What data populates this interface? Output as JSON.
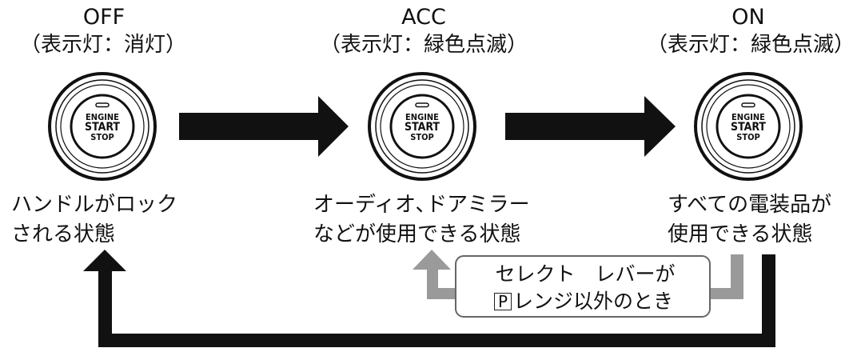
{
  "states": [
    {
      "name": "OFF",
      "indicator": "（表示灯：消灯）",
      "description": [
        "ハンドルがロック",
        "される状態"
      ]
    },
    {
      "name": "ACC",
      "indicator": "（表示灯：緑色点滅）",
      "description": [
        "オーディオ､ドアミラー",
        "などが使用できる状態"
      ]
    },
    {
      "name": "ON",
      "indicator": "（表示灯：緑色点滅）",
      "description": [
        "すべての電装品が",
        "使用できる状態"
      ]
    }
  ],
  "button_label": {
    "line1": "ENGINE",
    "line2": "START",
    "line3": "STOP"
  },
  "return_note": {
    "line1": "セレクト　レバーが",
    "p_symbol": "P",
    "line2": "レンジ以外のとき"
  },
  "colors": {
    "arrow_main": "#111111",
    "arrow_grey": "#9a9a9a",
    "note_border": "#666666"
  },
  "icons": [
    "engine-start-button-icon",
    "right-arrow-icon",
    "return-arrow-icon"
  ]
}
